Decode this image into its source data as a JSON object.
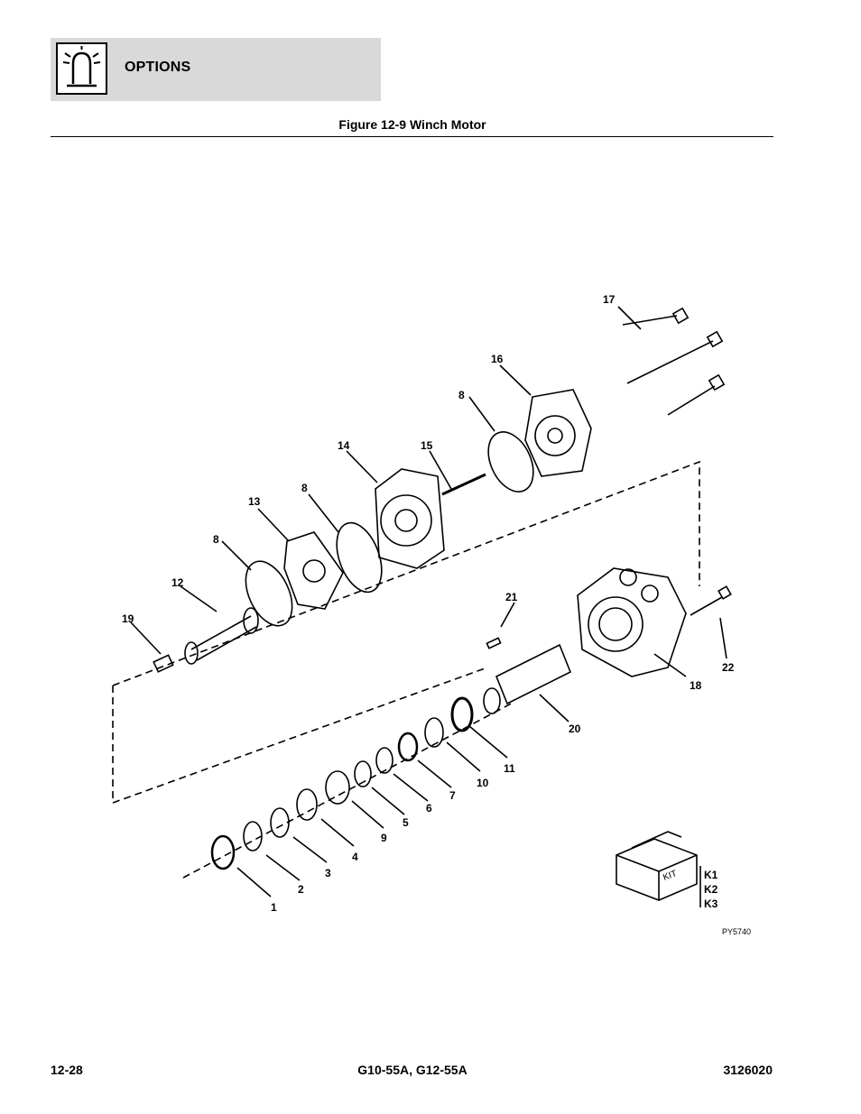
{
  "header": {
    "section_title": "OPTIONS",
    "icon": "beacon-light-icon"
  },
  "figure": {
    "caption": "Figure 12-9 Winch Motor",
    "drawing_code": "PY5740",
    "kit_label": "KIT",
    "kit_items": [
      "K1",
      "K2",
      "K3"
    ],
    "part_labels": {
      "p1": "1",
      "p2": "2",
      "p3": "3",
      "p4": "4",
      "p5": "5",
      "p6": "6",
      "p7": "7",
      "p8a": "8",
      "p8b": "8",
      "p8c": "8",
      "p9": "9",
      "p10": "10",
      "p11": "11",
      "p12": "12",
      "p13": "13",
      "p14": "14",
      "p15": "15",
      "p16": "16",
      "p17": "17",
      "p18": "18",
      "p19": "19",
      "p20": "20",
      "p21": "21",
      "p22": "22"
    }
  },
  "footer": {
    "page_number": "12-28",
    "models": "G10-55A, G12-55A",
    "doc_number": "3126020"
  }
}
